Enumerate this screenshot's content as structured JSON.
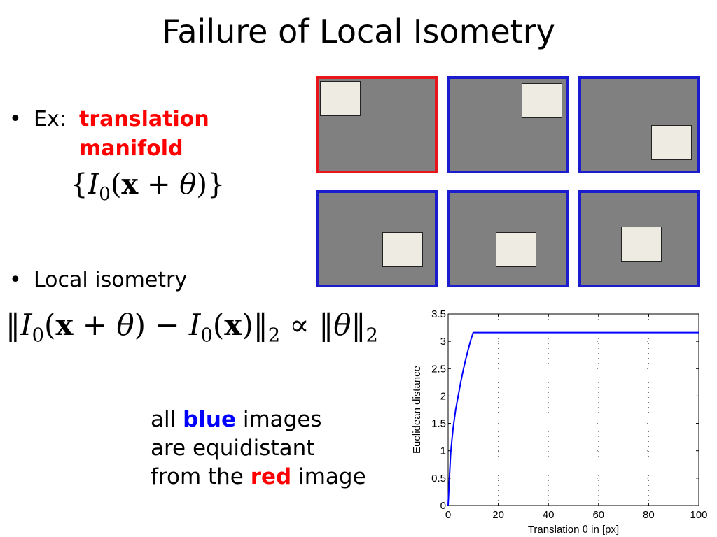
{
  "slide": {
    "title": "Failure of Local Isometry",
    "bullet_symbol": "•",
    "bullet1": {
      "prefix": "Ex:",
      "highlight_line1": "translation",
      "highlight_line2": "manifold"
    },
    "formula1": {
      "open_brace": "{",
      "I": "I",
      "sub0": "0",
      "open_paren": "(",
      "x": "x",
      "plus": " + ",
      "theta": "θ",
      "close": ")}"
    },
    "bullet2": {
      "text": "Local isometry"
    },
    "formula2": {
      "norm_open": "‖",
      "I": "I",
      "sub0": "0",
      "arg1_open": "(",
      "x": "x",
      "plus": " + ",
      "theta": "θ",
      "arg1_close": ")",
      "minus": " − ",
      "I2": "I",
      "sub0b": "0",
      "arg2_open": "(",
      "x2": "x",
      "arg2_close": ")",
      "norm_close": "‖",
      "sub2": "2",
      "propto": " ∝ ",
      "norm2_open": "‖",
      "theta2": "θ",
      "norm2_close": "‖",
      "sub2b": "2"
    },
    "caption": {
      "line1_pre": "all ",
      "line1_highlight": "blue",
      "line1_post": " images",
      "line2": "are equidistant",
      "line3_pre": "from the ",
      "line3_highlight": "red",
      "line3_post": " image"
    },
    "colors": {
      "red": "#ff0000",
      "blue": "#0000ff",
      "frame_red": "#e8151b",
      "frame_blue": "#1c1ccf",
      "thumb_bg": "#808080",
      "square_fill": "#eeebe2"
    }
  },
  "chart_data": {
    "type": "line",
    "xlabel": "Translation θ in [px]",
    "ylabel": "Euclidean distance",
    "xlim": [
      0,
      100
    ],
    "ylim": [
      0,
      3.5
    ],
    "x_ticks": [
      "0",
      "20",
      "40",
      "60",
      "80",
      "100"
    ],
    "y_ticks": [
      "0",
      "0.5",
      "1",
      "1.5",
      "2",
      "2.5",
      "3",
      "3.5"
    ],
    "grid": "dotted",
    "series": [
      {
        "color": "#0000ff",
        "x": [
          0,
          0.5,
          1,
          1.5,
          2,
          3,
          4,
          5,
          6,
          7,
          8,
          9,
          10,
          20,
          40,
          60,
          80,
          100
        ],
        "y": [
          0,
          0.5,
          0.95,
          1.2,
          1.42,
          1.75,
          2.0,
          2.25,
          2.47,
          2.67,
          2.85,
          3.02,
          3.16,
          3.16,
          3.16,
          3.16,
          3.16,
          3.16
        ]
      }
    ]
  }
}
